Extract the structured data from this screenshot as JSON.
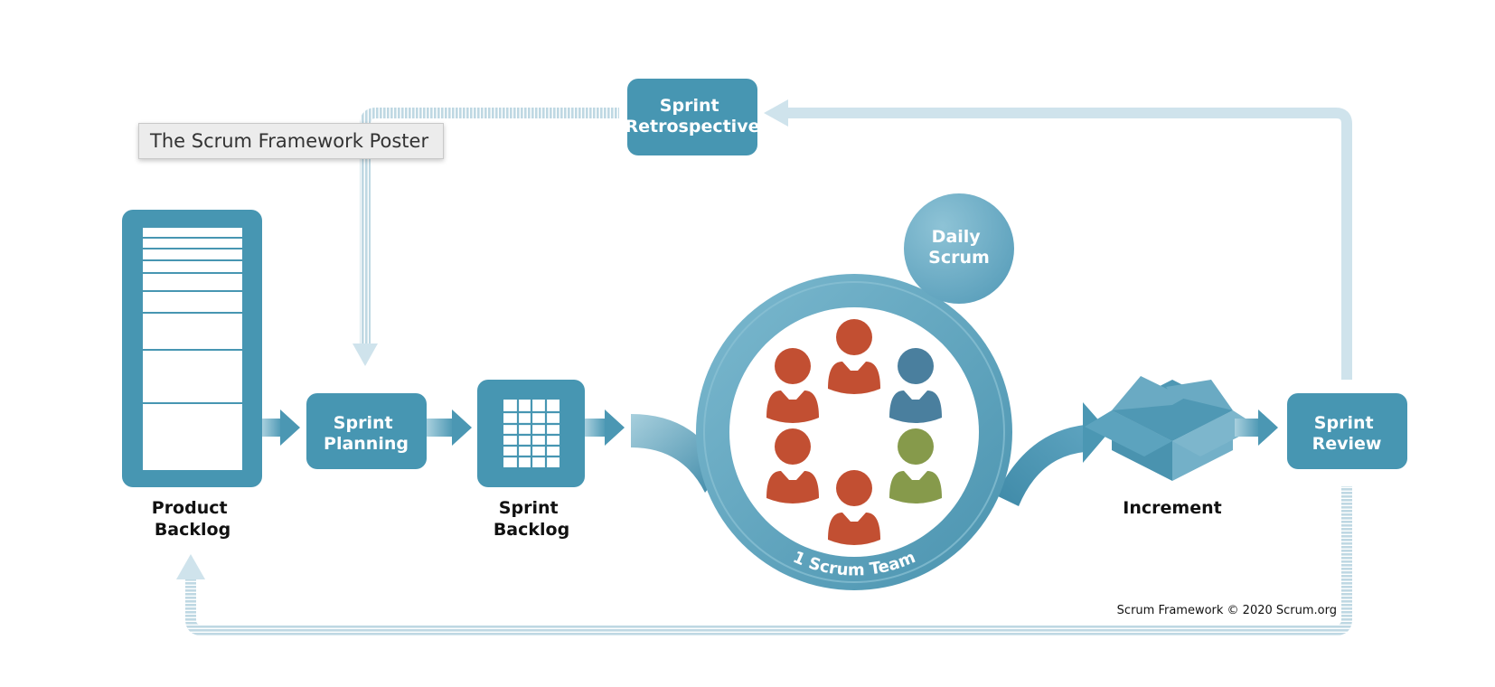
{
  "tooltip": {
    "text": "The Scrum Framework Poster"
  },
  "nodes": {
    "sprint_retrospective": [
      "Sprint",
      "Retrospective"
    ],
    "sprint_planning": [
      "Sprint",
      "Planning"
    ],
    "sprint_review": [
      "Sprint",
      "Review"
    ],
    "daily_scrum": [
      "Daily",
      "Scrum"
    ]
  },
  "captions": {
    "product_backlog": [
      "Product",
      "Backlog"
    ],
    "sprint_backlog": [
      "Sprint",
      "Backlog"
    ],
    "increment": "Increment"
  },
  "team_label": "1 Scrum Team",
  "footer": "Scrum Framework © 2020 Scrum.org",
  "colors": {
    "primary_teal": "#4796b2",
    "light_teal": "#6fb0c7",
    "pale_loop": "#cfe3ec",
    "person_orange": "#c24f32",
    "person_blue": "#4a7f9e",
    "person_green": "#869a4b"
  }
}
